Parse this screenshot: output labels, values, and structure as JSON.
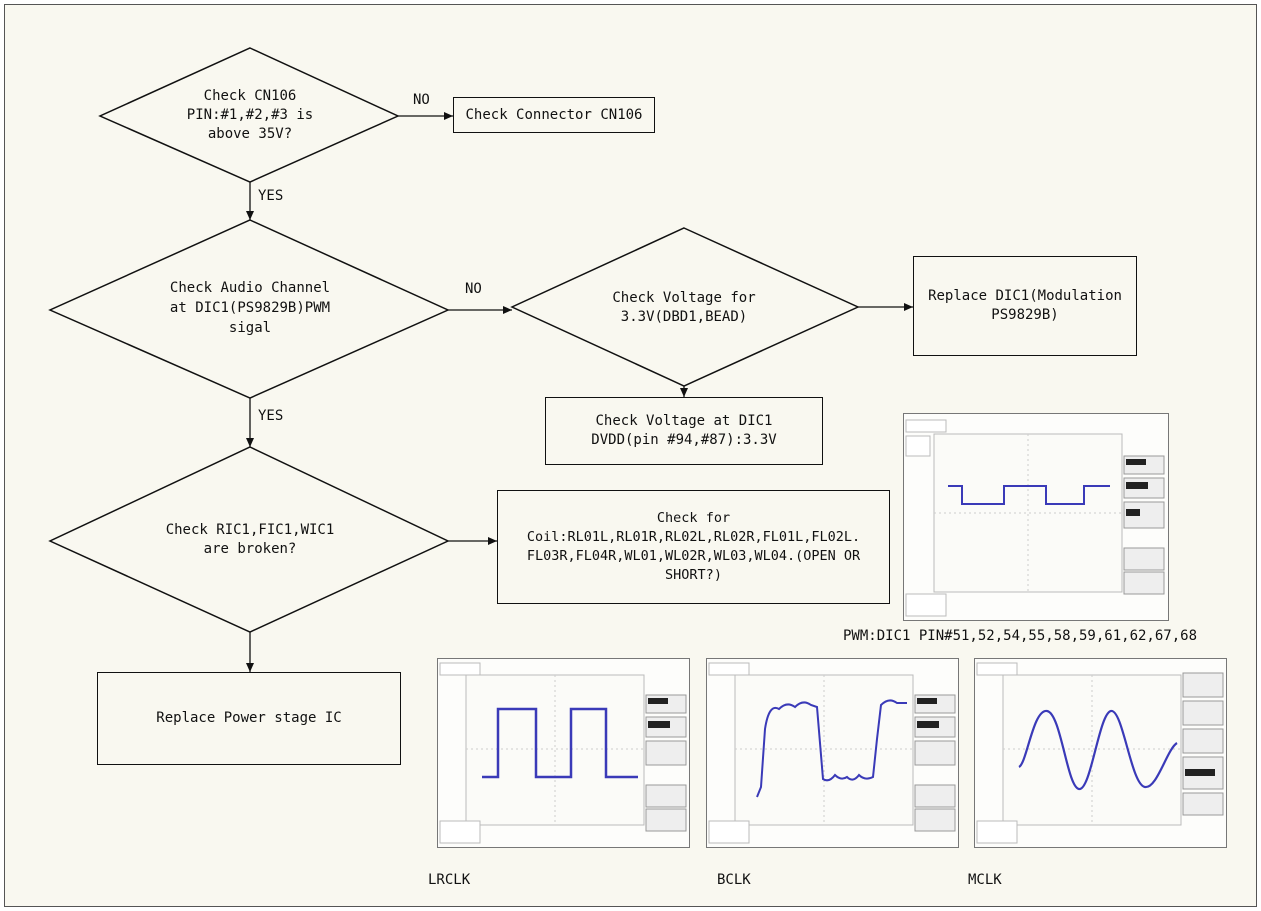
{
  "decisions": {
    "cn106": [
      "Check CN106",
      "PIN:#1,#2,#3 is",
      "above 35V?"
    ],
    "audio_channel": [
      "Check Audio Channel",
      "at DIC1(PS9829B)PWM",
      "sigal"
    ],
    "voltage": [
      "Check Voltage for",
      "3.3V(DBD1,BEAD)"
    ],
    "ric": [
      "Check RIC1,FIC1,WIC1",
      "are broken?"
    ]
  },
  "boxes": {
    "connector": "Check Connector CN106",
    "replace_dic1": [
      "Replace DIC1(Modulation",
      "PS9829B)"
    ],
    "voltage_dic1": [
      "Check Voltage at DIC1",
      "DVDD(pin #94,#87):3.3V"
    ],
    "coil": [
      "Check for",
      "Coil:RL01L,RL01R,RL02L,RL02R,FL01L,FL02L.",
      "FL03R,FL04R,WL01,WL02R,WL03,WL04.(OPEN OR",
      "SHORT?)"
    ],
    "replace_power": "Replace Power stage IC"
  },
  "labels": {
    "no1": "NO",
    "yes1": "YES",
    "no2": "NO",
    "yes2": "YES"
  },
  "captions": {
    "pwm": "PWM:DIC1 PIN#51,52,54,55,58,59,61,62,67,68",
    "lrclk": "LRCLK",
    "bclk": "BCLK",
    "mclk": "MCLK"
  },
  "colors": {
    "trace": "#3a3ab8",
    "line": "#111111",
    "background": "#f9f8f0"
  }
}
